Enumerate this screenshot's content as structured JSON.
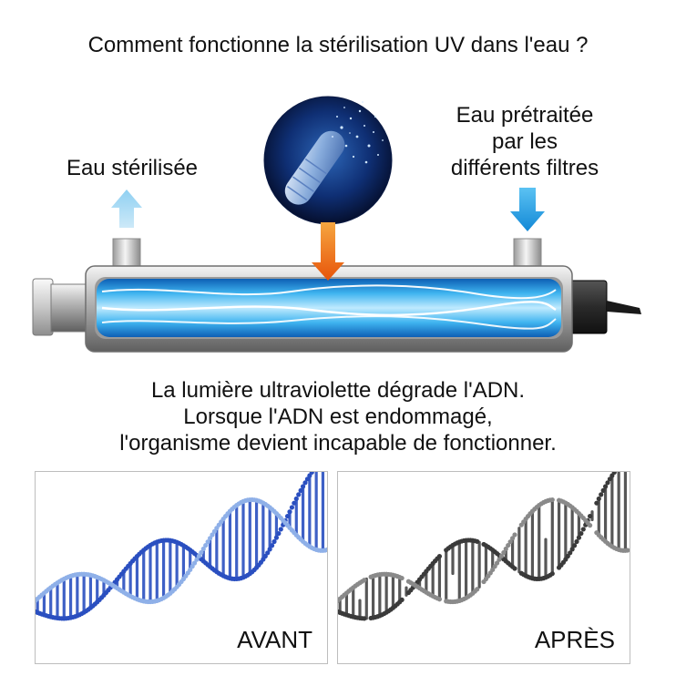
{
  "title": "Comment fonctionne la stérilisation UV dans l'eau ?",
  "outlet_label": "Eau stérilisée",
  "inlet_label": [
    "Eau prétraitée",
    "par les",
    "différents filtres"
  ],
  "description": [
    "La lumière ultraviolette dégrade l'ADN.",
    "Lorsque l'ADN est endommagé,",
    "l'organisme devient incapable de fonctionner."
  ],
  "before_label": "AVANT",
  "after_label": "APRÈS",
  "colors": {
    "uv_blue": "#2aa6e8",
    "inlet_arrow": "#1a9be0",
    "outlet_arrow": "#9fd7f3",
    "uv_arrow": "#f06a12",
    "dna_before": "#2a4fc0",
    "dna_after": "#3a3a3a"
  }
}
